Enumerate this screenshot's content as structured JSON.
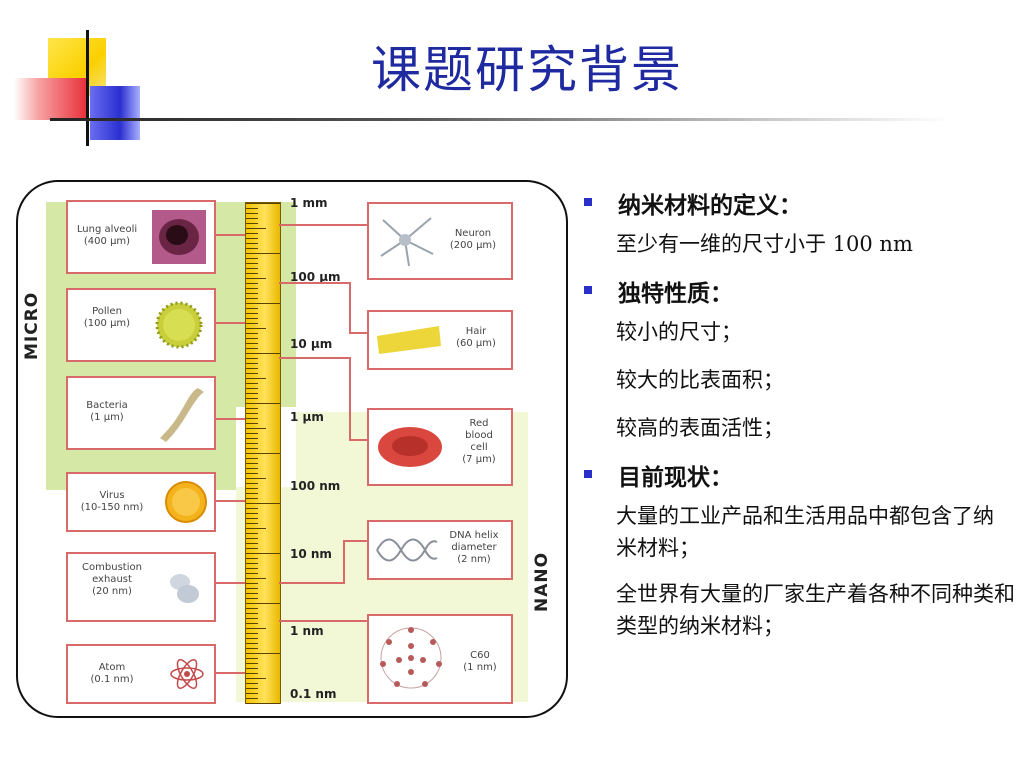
{
  "slide": {
    "title": "课题研究背景"
  },
  "figure": {
    "side_labels": {
      "micro": "MICRO",
      "nano": "NANO"
    },
    "scale_labels": [
      "1 mm",
      "100 μm",
      "10  μm",
      "1 μm",
      "100 nm",
      "10 nm",
      "1 nm",
      "0.1 nm"
    ],
    "left_items": [
      {
        "name": "Lung alveoli\n(400 μm)"
      },
      {
        "name": "Pollen\n(100 μm)"
      },
      {
        "name": "Bacteria\n(1 μm)"
      },
      {
        "name": "Virus\n(10-150 nm)"
      },
      {
        "name": "Combustion\nexhaust\n(20 nm)"
      },
      {
        "name": "Atom\n(0.1 nm)"
      }
    ],
    "right_items": [
      {
        "name": "Neuron\n(200 μm)"
      },
      {
        "name": "Hair\n(60 μm)"
      },
      {
        "name": "Red\nblood\ncell\n(7 μm)"
      },
      {
        "name": "DNA helix\ndiameter\n(2 nm)"
      },
      {
        "name": "C60\n(1 nm)"
      }
    ]
  },
  "content": {
    "sections": [
      {
        "heading": "纳米材料的定义：",
        "lines": [
          "至少有一维的尺寸小于 100 nm"
        ]
      },
      {
        "heading": "独特性质：",
        "lines": [
          "较小的尺寸；",
          "较大的比表面积；",
          "较高的表面活性；"
        ]
      },
      {
        "heading": "目前现状：",
        "lines": [
          "大量的工业产品和生活用品中都包含了纳米材料；",
          "全世界有大量的厂家生产着各种不同种类和类型的纳米材料；"
        ]
      }
    ]
  },
  "colors": {
    "title": "#1f2aa0",
    "bullet": "#2b2fc9",
    "ruler": "#f3c400",
    "box_border": "#d86a6a"
  }
}
